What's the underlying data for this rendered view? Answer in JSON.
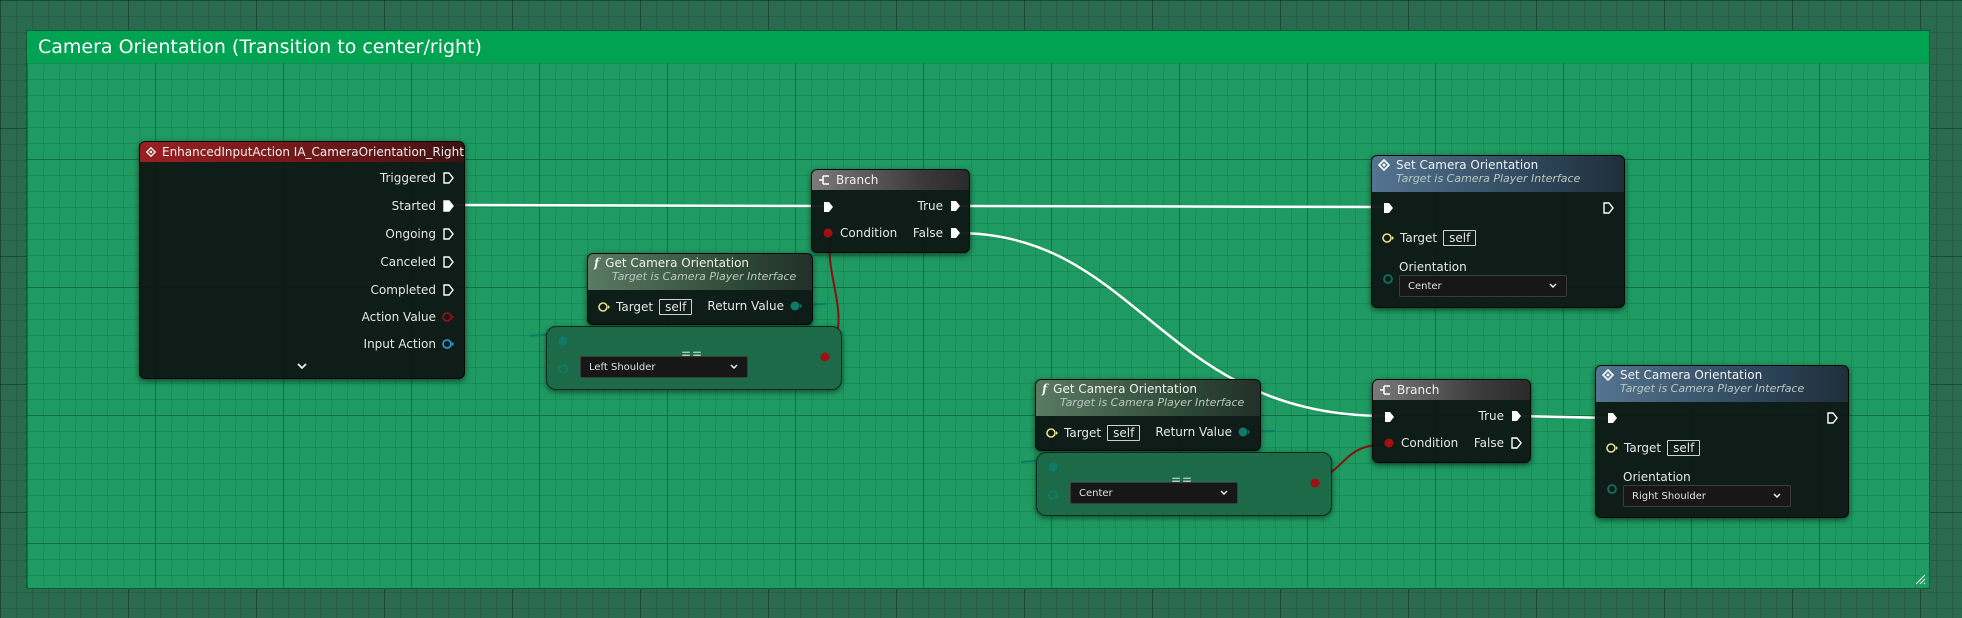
{
  "comment": {
    "title": "Camera Orientation (Transition to center/right)"
  },
  "input_action_node": {
    "title": "EnhancedInputAction IA_CameraOrientation_Right",
    "pins": [
      "Triggered",
      "Started",
      "Ongoing",
      "Canceled",
      "Completed",
      "Action Value",
      "Input Action"
    ],
    "colors": {
      "header": "#9a2020"
    }
  },
  "branch_1": {
    "title": "Branch",
    "true_label": "True",
    "false_label": "False",
    "condition_label": "Condition"
  },
  "get_orientation_1": {
    "title": "Get Camera Orientation",
    "subtitle": "Target is Camera Player Interface",
    "target_label": "Target",
    "target_value": "self",
    "return_label": "Return Value"
  },
  "equal_1": {
    "symbol": "==",
    "selected": "Left Shoulder"
  },
  "set_orientation_1": {
    "title": "Set Camera Orientation",
    "subtitle": "Target is Camera Player Interface",
    "target_label": "Target",
    "target_value": "self",
    "orientation_label": "Orientation",
    "orientation_value": "Center"
  },
  "get_orientation_2": {
    "title": "Get Camera Orientation",
    "subtitle": "Target is Camera Player Interface",
    "target_label": "Target",
    "target_value": "self",
    "return_label": "Return Value"
  },
  "equal_2": {
    "symbol": "==",
    "selected": "Center"
  },
  "branch_2": {
    "title": "Branch",
    "true_label": "True",
    "false_label": "False",
    "condition_label": "Condition"
  },
  "set_orientation_2": {
    "title": "Set Camera Orientation",
    "subtitle": "Target is Camera Player Interface",
    "target_label": "Target",
    "target_value": "self",
    "orientation_label": "Orientation",
    "orientation_value": "Right Shoulder"
  },
  "colors": {
    "exec": "#ffffff",
    "bool": "#9a0f0f",
    "enum": "#0e7a6a",
    "object": "#2aa6d9",
    "comment": "#1f9a62",
    "comment_header": "#00a352"
  }
}
